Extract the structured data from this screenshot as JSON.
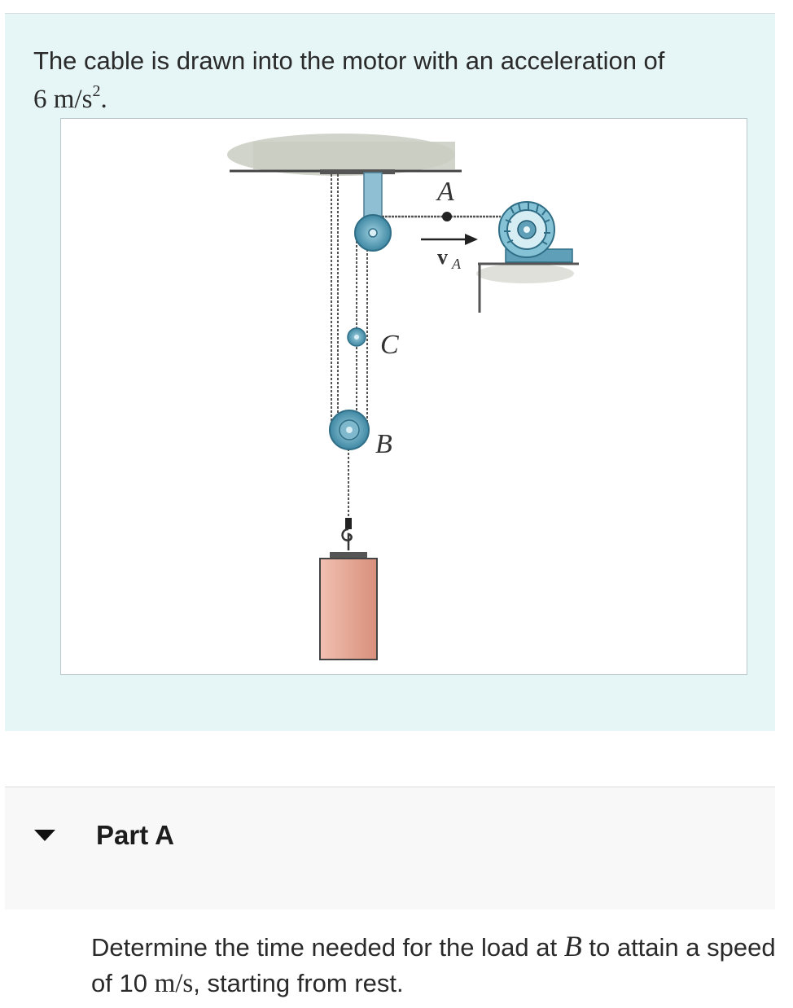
{
  "problem": {
    "intro_text": "The cable is drawn into the motor with an acceleration of",
    "accel_value": "6",
    "accel_unit": "m/s",
    "accel_exponent": "2",
    "accel_end": "."
  },
  "figure": {
    "label_a": "A",
    "label_va_main": "v",
    "label_va_sub": "A",
    "label_c": "C",
    "label_b": "B",
    "colors": {
      "ceiling": "#c4c7bd",
      "pulley": "#5f9fb8",
      "pulley_dark": "#2f6e86",
      "load": "#e4a492",
      "motor": "#6fb3c8"
    }
  },
  "part": {
    "title": "Part A",
    "toggle_icon": "caret-down-icon"
  },
  "question": {
    "text_before": "Determine the time needed for the load at ",
    "var_b": "B",
    "text_mid": " to attain a speed of 10 ",
    "unit": "m/s",
    "text_after": ", starting from rest."
  }
}
